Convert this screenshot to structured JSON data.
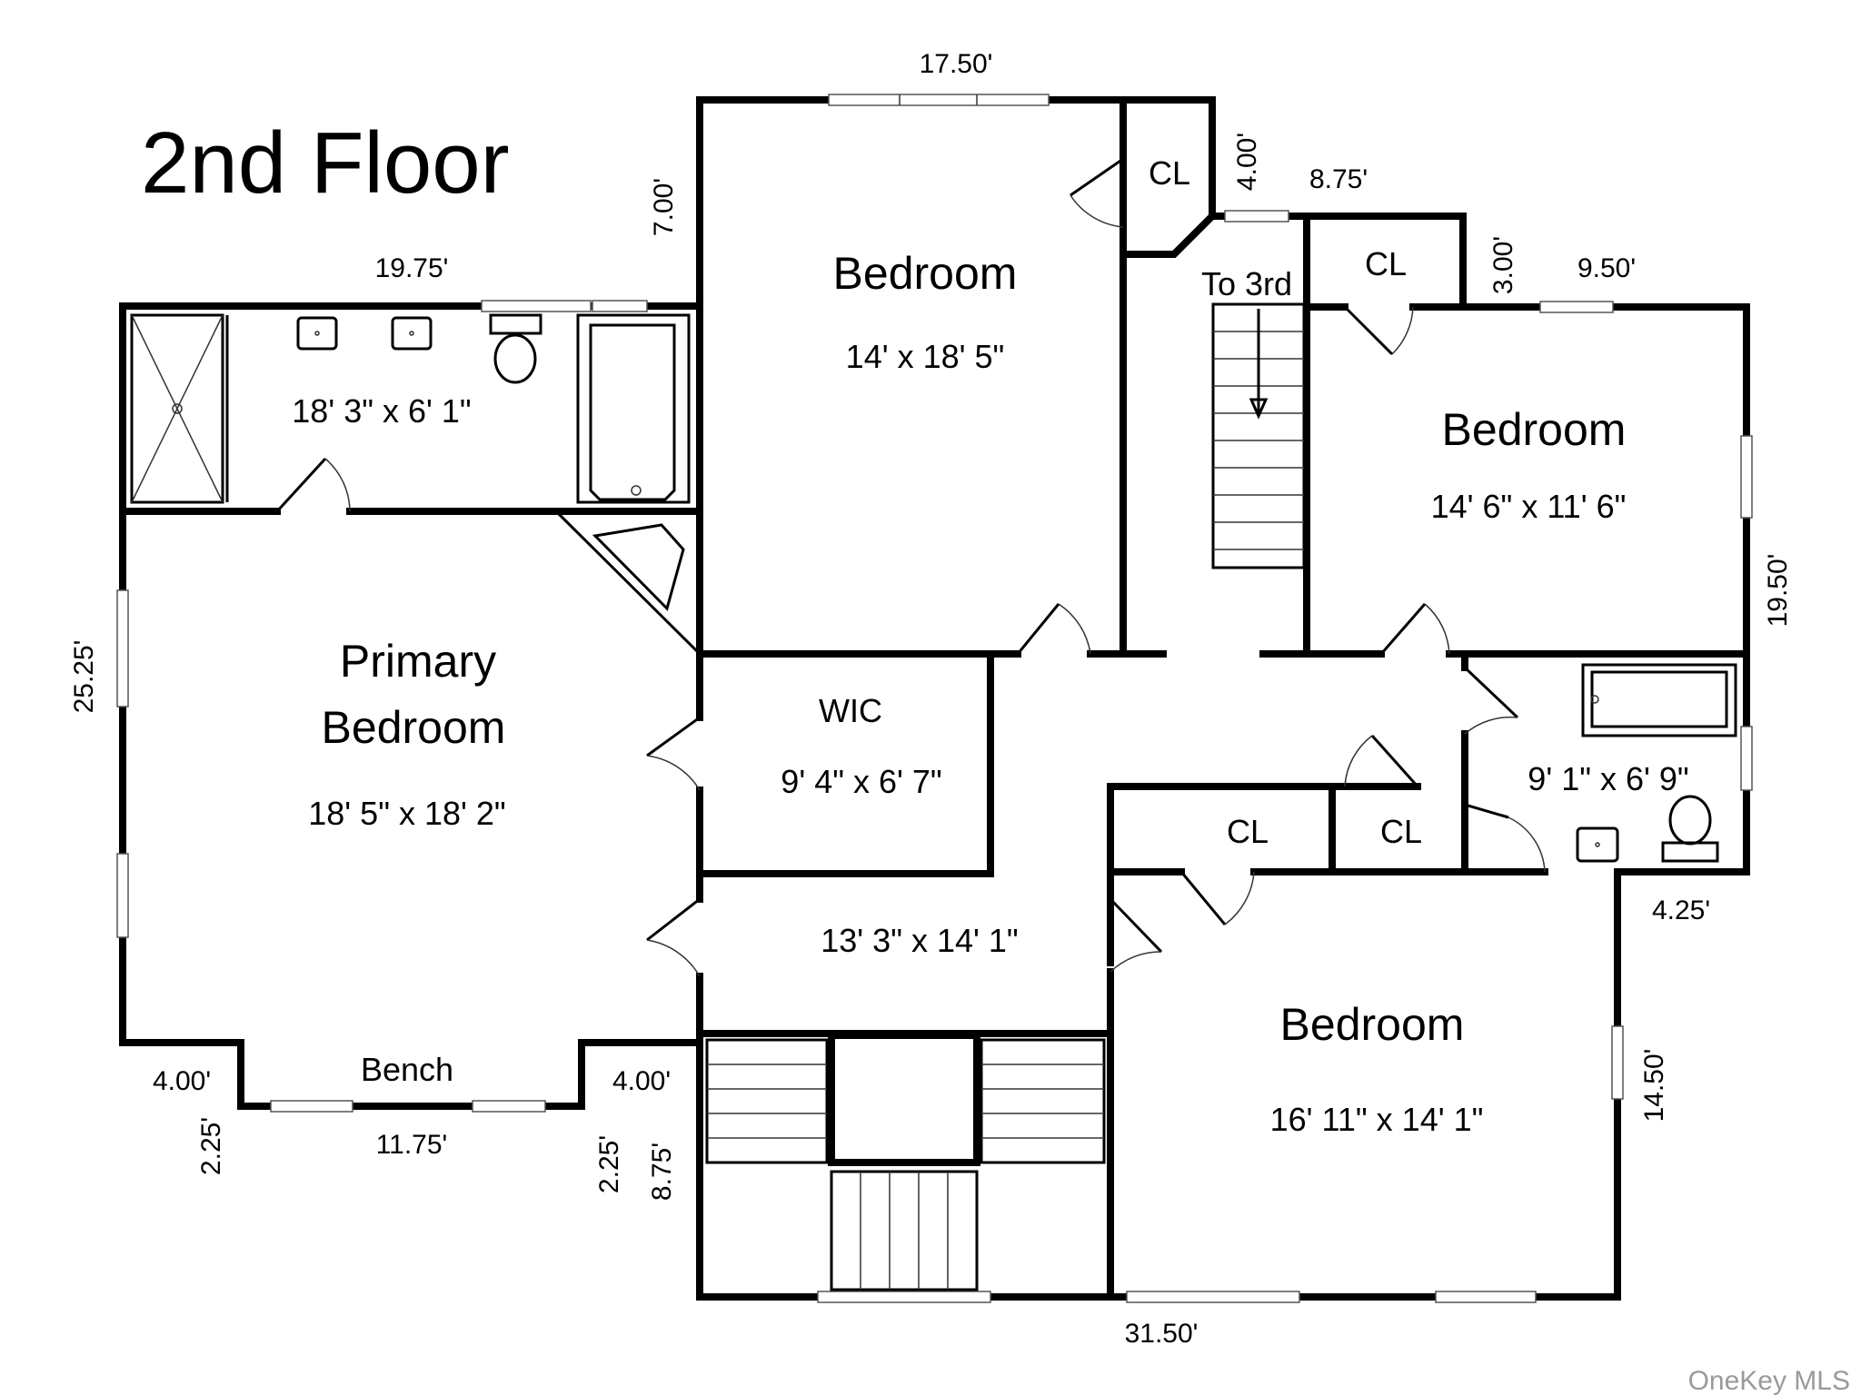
{
  "title": "2nd Floor",
  "watermark": "OneKey MLS",
  "rooms": {
    "bedroom_top": {
      "name": "Bedroom",
      "size": "14' x 18' 5\""
    },
    "bedroom_right": {
      "name": "Bedroom",
      "size": "14' 6\" x 11' 6\""
    },
    "bedroom_bottom": {
      "name": "Bedroom",
      "size": "16' 11\" x 14' 1\""
    },
    "primary_bedroom": {
      "name_line1": "Primary",
      "name_line2": "Bedroom",
      "size": "18' 5\" x 18' 2\""
    },
    "primary_bath": {
      "size": "18' 3\" x 6' 1\""
    },
    "wic": {
      "name": "WIC",
      "size": "9' 4\" x 6' 7\""
    },
    "hall": {
      "size": "13' 3\" x 14' 1\""
    },
    "bath2": {
      "size": "9' 1\" x 6' 9\""
    },
    "bench": {
      "name": "Bench"
    },
    "cl_top": {
      "name": "CL"
    },
    "cl_right": {
      "name": "CL"
    },
    "cl_lower_left": {
      "name": "CL"
    },
    "cl_lower_right": {
      "name": "CL"
    },
    "stairs": {
      "label": "To 3rd"
    }
  },
  "measurements": {
    "top_bedroom_width": "17.50'",
    "left_upper_width": "19.75'",
    "notch_height": "7.00'",
    "closet_wall_height": "4.00'",
    "stair_bay_width": "8.75'",
    "right_step_height": "3.00'",
    "right_bedroom_width": "9.50'",
    "right_wall_height": "19.50'",
    "left_wall_height": "25.25'",
    "bench_left_return": "4.00'",
    "bench_right_return": "4.00'",
    "bench_left_depth": "2.25'",
    "bench_right_depth": "2.25'",
    "bench_width": "11.75'",
    "foyer_depth": "8.75'",
    "right_notch_width": "4.25'",
    "lower_right_height": "14.50'",
    "bottom_width": "31.50'"
  }
}
